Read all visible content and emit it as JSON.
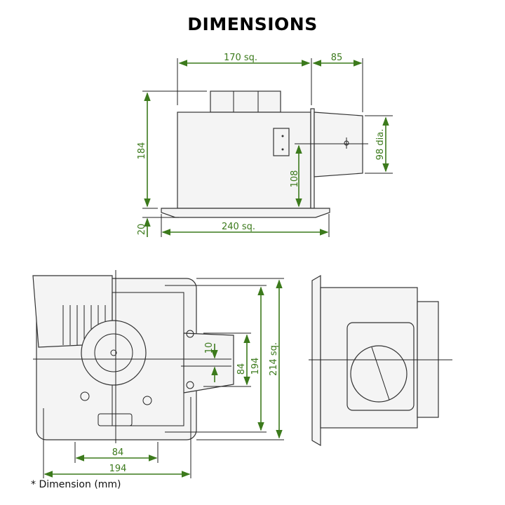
{
  "title": "DIMENSIONS",
  "side_view": {
    "width_top": "170 sq.",
    "duct_length": "85",
    "height": "184",
    "grille_height": "20",
    "grille_width": "240 sq.",
    "duct_center_height": "108",
    "duct_diameter": "98 dia."
  },
  "bottom_view": {
    "offset": "10",
    "duct_span": "84",
    "mount_span": "194",
    "overall": "214 sq.",
    "bottom_span_inner": "84",
    "bottom_span_outer": "194"
  },
  "note": "* Dimension (mm)",
  "colors": {
    "dimension": "#3c7a1c"
  }
}
